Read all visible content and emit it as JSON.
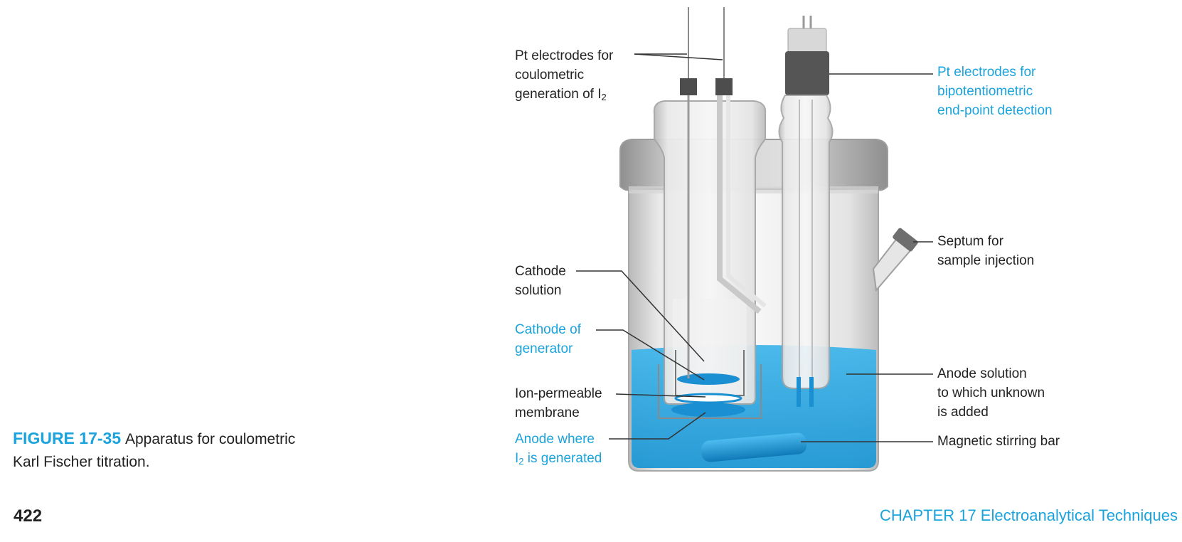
{
  "figure": {
    "number": "FIGURE 17-35",
    "caption_line1": "Apparatus for coulometric",
    "caption_line2": "Karl Fischer titration."
  },
  "labels": {
    "pt_coulometric": {
      "line1": "Pt electrodes for",
      "line2": "coulometric",
      "line3_prefix": "generation of I",
      "line3_sub": "2"
    },
    "pt_bipotentiometric": {
      "line1": "Pt electrodes for",
      "line2": "bipotentiometric",
      "line3": "end-point detection"
    },
    "septum": {
      "line1": "Septum for",
      "line2": "sample injection"
    },
    "cathode_solution": {
      "line1": "Cathode",
      "line2": "solution"
    },
    "cathode_generator": {
      "line1": "Cathode of",
      "line2": "generator"
    },
    "membrane": {
      "line1": "Ion-permeable",
      "line2": "membrane"
    },
    "anode_generated": {
      "line1": "Anode where",
      "line2_prefix": "I",
      "line2_sub": "2",
      "line2_suffix": " is generated"
    },
    "anode_solution": {
      "line1": "Anode solution",
      "line2": "to which unknown",
      "line3": "is added"
    },
    "stir_bar": {
      "line1": "Magnetic stirring bar"
    }
  },
  "footer": {
    "page_number": "422",
    "chapter": "CHAPTER 17  Electroanalytical Techniques"
  },
  "colors": {
    "accent_blue": "#1aa3dc",
    "solution_blue": "#29a8e0",
    "glass_gray": "#c9c9c9",
    "text": "#222222"
  }
}
